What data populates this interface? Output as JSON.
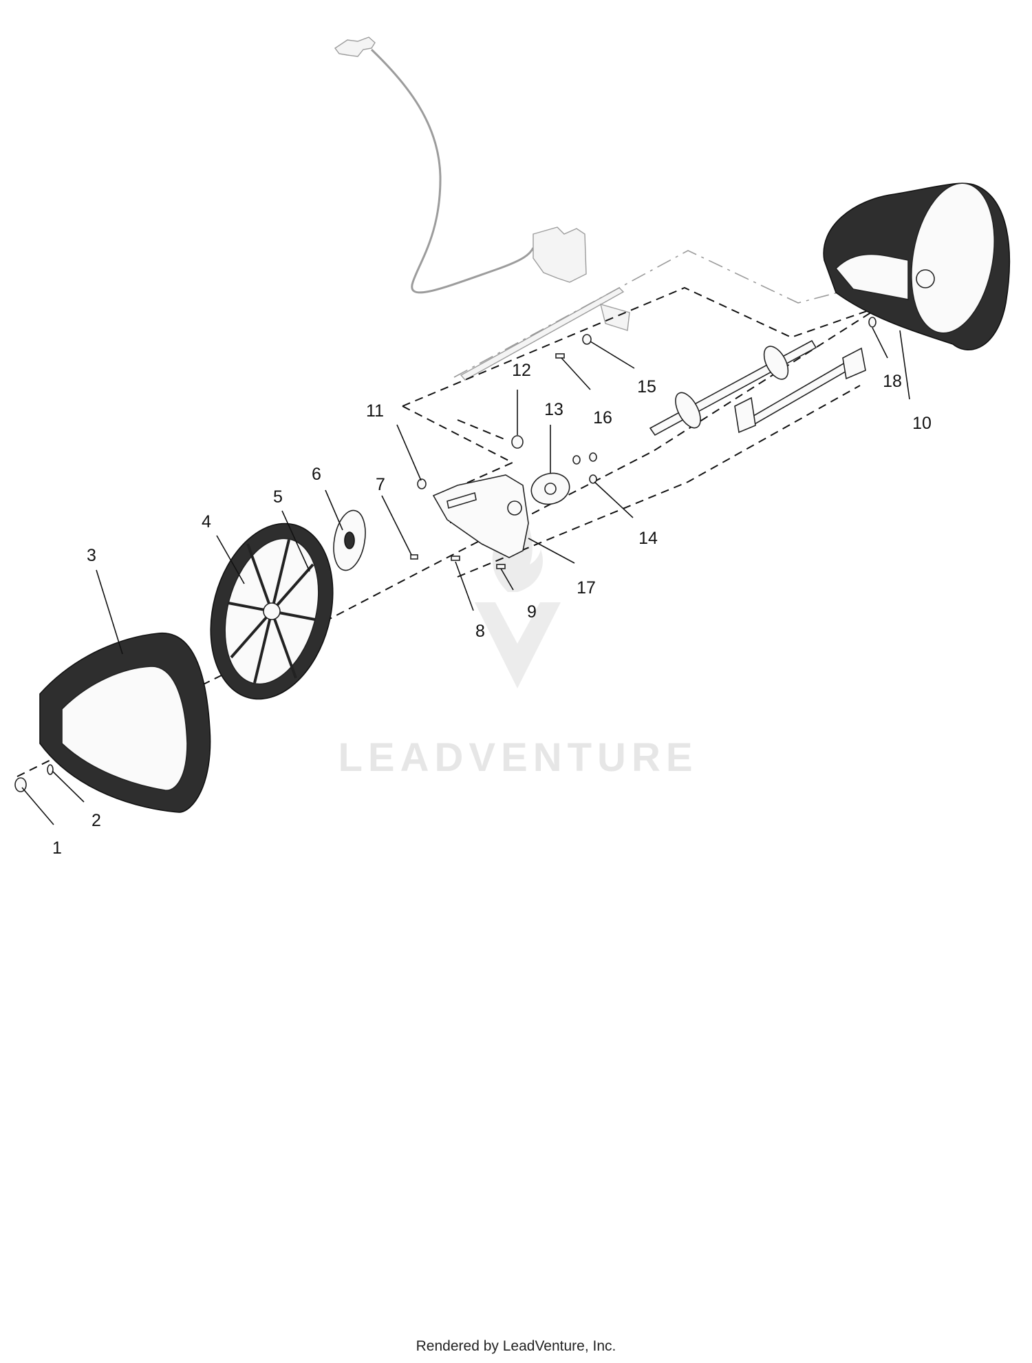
{
  "callouts": [
    {
      "label": "1"
    },
    {
      "label": "2"
    },
    {
      "label": "3"
    },
    {
      "label": "4"
    },
    {
      "label": "5"
    },
    {
      "label": "6"
    },
    {
      "label": "7"
    },
    {
      "label": "8"
    },
    {
      "label": "9"
    },
    {
      "label": "10"
    },
    {
      "label": "11"
    },
    {
      "label": "12"
    },
    {
      "label": "13"
    },
    {
      "label": "14"
    },
    {
      "label": "15"
    },
    {
      "label": "16"
    },
    {
      "label": "17"
    },
    {
      "label": "18"
    }
  ],
  "watermark": {
    "text": "LEADVENTURE"
  },
  "footer": {
    "text": "Rendered by LeadVenture, Inc."
  },
  "colors": {
    "ink": "#111111",
    "watermark": "#e6e6e6",
    "light_part": "#9c9c9c"
  }
}
